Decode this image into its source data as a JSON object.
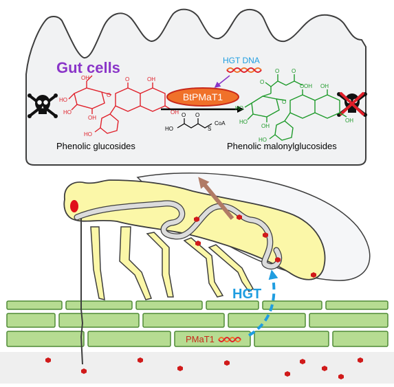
{
  "gut_panel": {
    "title": "Gut cells",
    "enzyme": "BtPMaT1",
    "hgt_dna": "HGT DNA",
    "cofactor_chain": "S",
    "cofactor": "CoA",
    "substrate_label": "Phenolic glucosides",
    "product_label": "Phenolic malonylglucosides"
  },
  "molecule_atoms": {
    "ho": "HO",
    "oh": "OH",
    "o": "O"
  },
  "insect_scene": {
    "hgt_label": "HGT",
    "gene_label": "PMaT1"
  },
  "colors": {
    "title": "#8a35c8",
    "hgt_dna": "#1f9de0",
    "hgt_arrow": "#1f9de0",
    "enzyme_fill": "#f0712a",
    "enzyme_stroke": "#c8281a",
    "substrate": "#e0202a",
    "product": "#1e9a2a",
    "insect_body": "#fbf7a8",
    "gut_tube": "#dcdcdc",
    "plant_cell": "#b6dc92",
    "plant_stroke": "#4e8a35",
    "compound_dot": "#d01a1a",
    "gene_text": "#c8281a"
  },
  "icons": [
    "skull-crossbones-icon",
    "crossed-skull-icon",
    "dna-helix-icon"
  ]
}
